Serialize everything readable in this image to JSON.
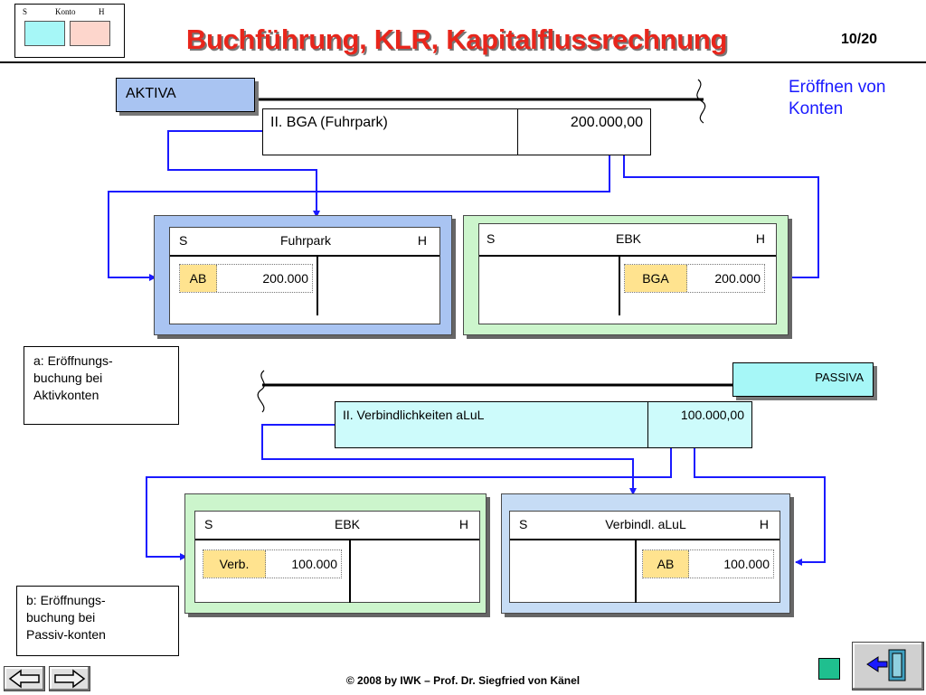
{
  "header": {
    "logo": {
      "s": "S",
      "konto": "Konto",
      "h": "H"
    },
    "title": "Buchführung, KLR, Kapitalflussrechnung",
    "page": "10/20"
  },
  "side_heading": {
    "line1": "Eröffnen von",
    "line2": "Konten"
  },
  "aktiva": {
    "label": "AKTIVA",
    "position": {
      "label": "II. BGA (Fuhrpark)",
      "value": "200.000,00"
    },
    "account_left": {
      "s": "S",
      "name": "Fuhrpark",
      "h": "H",
      "entry_label": "AB",
      "entry_value": "200.000",
      "side": "soll"
    },
    "account_right": {
      "s": "S",
      "name": "EBK",
      "h": "H",
      "entry_label": "BGA",
      "entry_value": "200.000",
      "side": "haben"
    },
    "note": {
      "line1": "a: Eröffnungs-",
      "line2": "buchung bei",
      "line3": "Aktivkonten"
    }
  },
  "passiva": {
    "label": "PASSIVA",
    "position": {
      "label": "II. Verbindlichkeiten aLuL",
      "value": "100.000,00"
    },
    "account_left": {
      "s": "S",
      "name": "EBK",
      "h": "H",
      "entry_label": "Verb.",
      "entry_value": "100.000",
      "side": "soll"
    },
    "account_right": {
      "s": "S",
      "name": "Verbindl. aLuL",
      "h": "H",
      "entry_label": "AB",
      "entry_value": "100.000",
      "side": "haben"
    },
    "note": {
      "line1": "b: Eröffnungs-",
      "line2": "buchung bei",
      "line3": "Passiv-konten"
    }
  },
  "footer": {
    "text": "© 2008 by IWK – Prof. Dr. Siegfried von Känel"
  },
  "nav": {
    "back": "left-arrow-icon",
    "forward": "right-arrow-icon",
    "exit": "exit-door-icon"
  },
  "colors": {
    "title": "#e8261c",
    "wire": "#1a1aff",
    "aktiva_box": "#a9c4f2",
    "passiva_box": "#a6f7f7",
    "bga_position_bg": "#ffffff",
    "verb_position_bg": "#cdfbfb",
    "fuhrpark_frame": "#a9c4f2",
    "ebk_aktiv_frame": "#ccf5cc",
    "ebk_passiv_frame": "#ccf5cc",
    "verbindl_frame": "#a9c4f2",
    "entry_label_bg": "#ffe38f"
  }
}
